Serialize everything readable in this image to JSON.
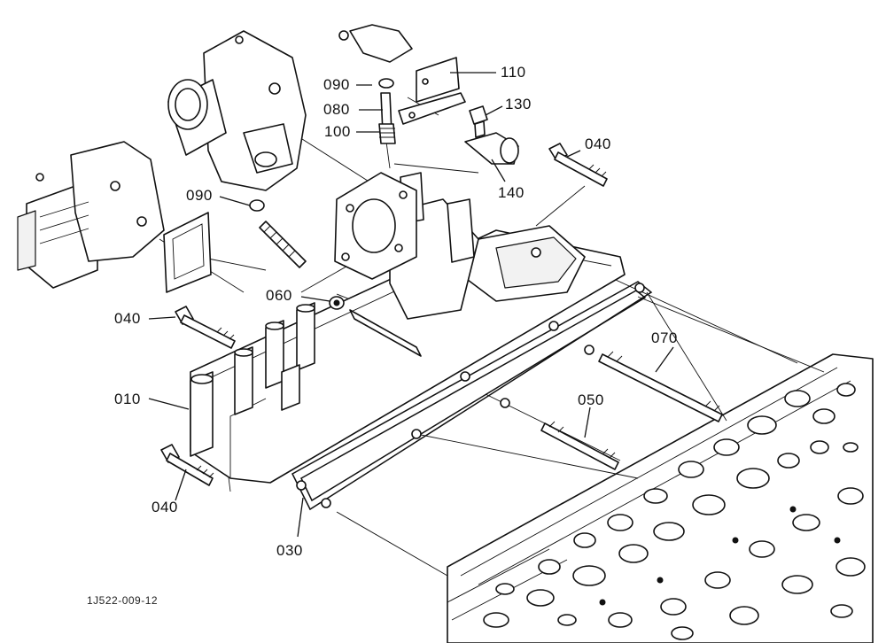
{
  "figure_code": "1J522-009-12",
  "callouts": {
    "c010": "010",
    "c030": "030",
    "c040_top": "040",
    "c040_mid": "040",
    "c040_bottom": "040",
    "c050": "050",
    "c060": "060",
    "c070": "070",
    "c080": "080",
    "c090_top": "090",
    "c090_left": "090",
    "c100": "100",
    "c110": "110",
    "c130": "130",
    "c140": "140"
  }
}
